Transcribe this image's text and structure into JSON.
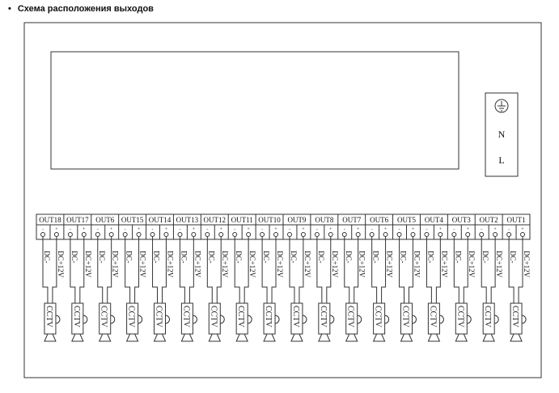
{
  "title": "Схема расположения выходов",
  "power": {
    "ground_icon": "ground-icon",
    "n_label": "N",
    "l_label": "L"
  },
  "outputs": [
    "OUT18",
    "OUT17",
    "OUT6",
    "OUT15",
    "OUT14",
    "OUT13",
    "OUT12",
    "OUT11",
    "OUT10",
    "OUT9",
    "OUT8",
    "OUT7",
    "OUT6",
    "OUT5",
    "OUT4",
    "OUT3",
    "OUT2",
    "OUT1"
  ],
  "wire_neg": "DC-",
  "wire_pos": "DC+12V",
  "camera": "CCTV",
  "term_neg": "-",
  "term_pos": "+"
}
